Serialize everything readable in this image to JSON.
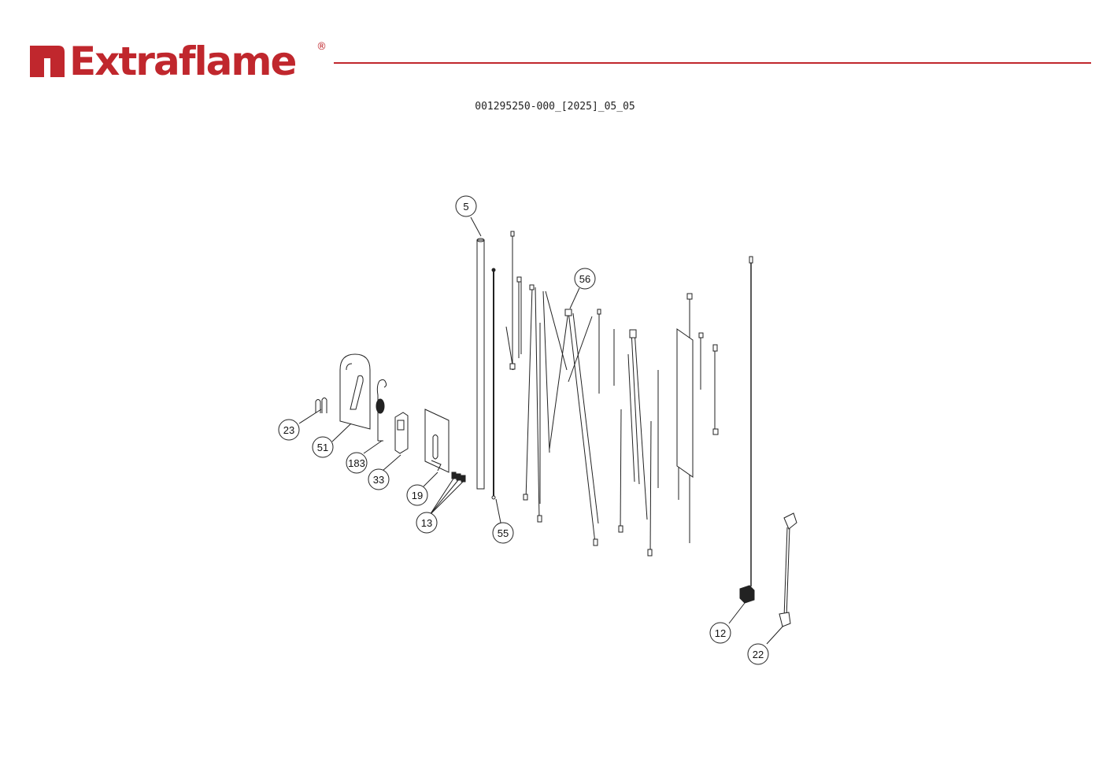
{
  "brand": {
    "name": "Extraflame",
    "registered_mark": "®",
    "accent_color": "#c0272d"
  },
  "document": {
    "code": "001295250-000_[2025]_05_05"
  },
  "callouts": [
    "5",
    "56",
    "23",
    "51",
    "183",
    "33",
    "19",
    "13",
    "55",
    "12",
    "22"
  ]
}
